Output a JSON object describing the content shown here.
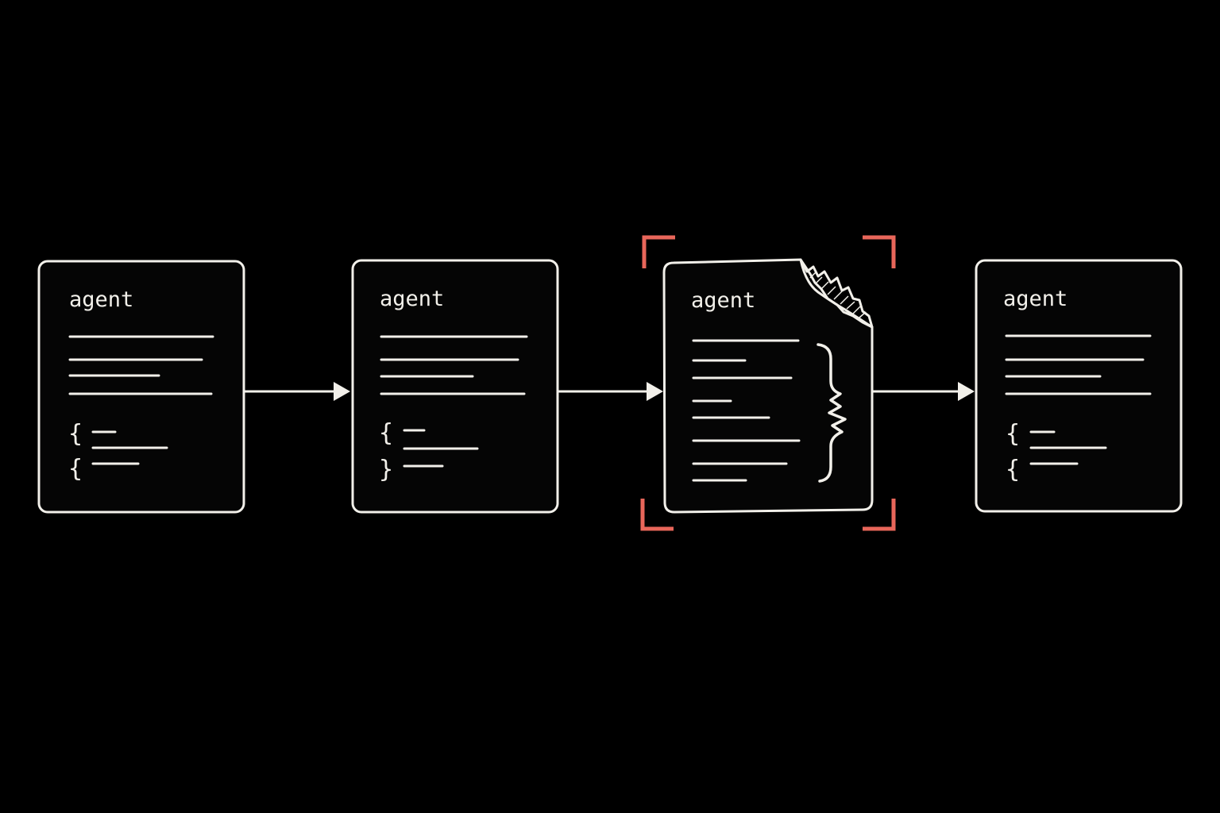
{
  "colors": {
    "background": "#000000",
    "stroke": "#f2f0ea",
    "highlight": "#e8665a"
  },
  "cards": [
    {
      "title": "agent",
      "braces": [
        "{",
        "{"
      ],
      "state": "normal"
    },
    {
      "title": "agent",
      "braces": [
        "{",
        "}"
      ],
      "state": "normal"
    },
    {
      "title": "agent",
      "braces": [],
      "state": "corrupted"
    },
    {
      "title": "agent",
      "braces": [
        "{",
        "{"
      ],
      "state": "normal"
    }
  ],
  "icons": {
    "torn_corner": "torn-corner-icon",
    "broken_brace": "broken-brace-icon",
    "focus_brackets": "focus-bracket-icon"
  }
}
